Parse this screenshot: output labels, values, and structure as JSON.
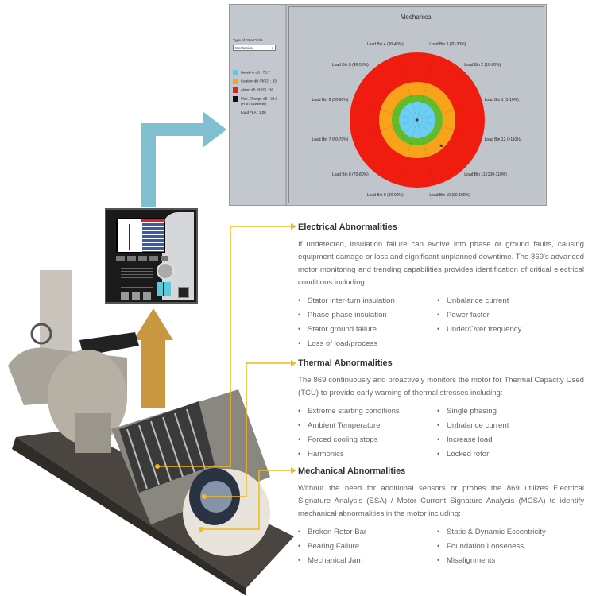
{
  "esa_panel": {
    "type_label": "Type of ESA Circle",
    "dropdown_value": "Mechanical",
    "legend": [
      {
        "label": "Baseline dB : 73.7",
        "color": "#5bc8f0"
      },
      {
        "label": "Caution dB (RPD) : 33",
        "color": "#f4a51c"
      },
      {
        "label": "Alarm dB (RPD) : 36",
        "color": "#e81e1e"
      },
      {
        "label": "Max. Change dB : 23.9",
        "sub": "(From Baseline)",
        "color": "#111111"
      }
    ],
    "load_fla": "Load FLA : 1.00"
  },
  "chart_data": {
    "type": "polar",
    "title": "Mechanical",
    "categories": [
      "Load Bin 1 (1-10%)",
      "Load Bin 2 (10-20%)",
      "Load Bin 3 (20-30%)",
      "Load Bin 4 (30-40%)",
      "Load Bin 5 (40-50%)",
      "Load Bin 6 (50-60%)",
      "Load Bin 7 (60-70%)",
      "Load Bin 8 (70-80%)",
      "Load Bin 9 (80-90%)",
      "Load Bin 10 (90-100%)",
      "Load Bin 11 (100-110%)",
      "Load Bin 12 (>110%)"
    ],
    "rings": [
      {
        "name": "Alarm",
        "color": "#f01c10"
      },
      {
        "name": "Caution",
        "color": "#f8a31a"
      },
      {
        "name": "Warning band",
        "color": "#62bb2a"
      },
      {
        "name": "Baseline",
        "color": "#6ccdf5"
      }
    ]
  },
  "colors": {
    "blue_arrow": "#7fbfcf",
    "gold_arrow": "#c9973f",
    "callout": "#f2b81e"
  },
  "sections": [
    {
      "title": "Electrical Abnormalities",
      "text": "If undetected, insulation failure can evolve into phase or ground faults, causing equipment damage or loss and significant unplanned downtime. The 869's advanced motor monitoring and trending capabilities provides identification of critical electrical conditions including:",
      "left": [
        "Stator inter-turn insulation",
        "Phase-phase insulation",
        "Stator ground failure",
        "Loss of load/process"
      ],
      "right": [
        "Unbalance current",
        "Power factor",
        "Under/Over frequency"
      ]
    },
    {
      "title": "Thermal Abnormalities",
      "text": "The 869 continuously and proactively monitors the motor for Thermal Capacity Used (TCU) to provide early warning of thermal stresses including:",
      "left": [
        "Extreme starting conditions",
        "Ambient Temperature",
        "Forced cooling stops",
        "Harmonics"
      ],
      "right": [
        "Single phasing",
        "Unbalance current",
        "Increase load",
        "Locked rotor"
      ]
    },
    {
      "title": "Mechanical Abnormalities",
      "text": "Without the need for additional sensors or probes the 869 utilizes Electrical Signature Analysis (ESA) / Motor Current Signature Analysis (MCSA) to identify mechanical abnormalities in the motor including:",
      "left": [
        "Broken Rotor Bar",
        "Bearing Failure",
        "Mechanical Jam"
      ],
      "right": [
        "Static & Dynamic Eccentricity",
        "Foundation Looseness",
        "Misalignments"
      ]
    }
  ]
}
